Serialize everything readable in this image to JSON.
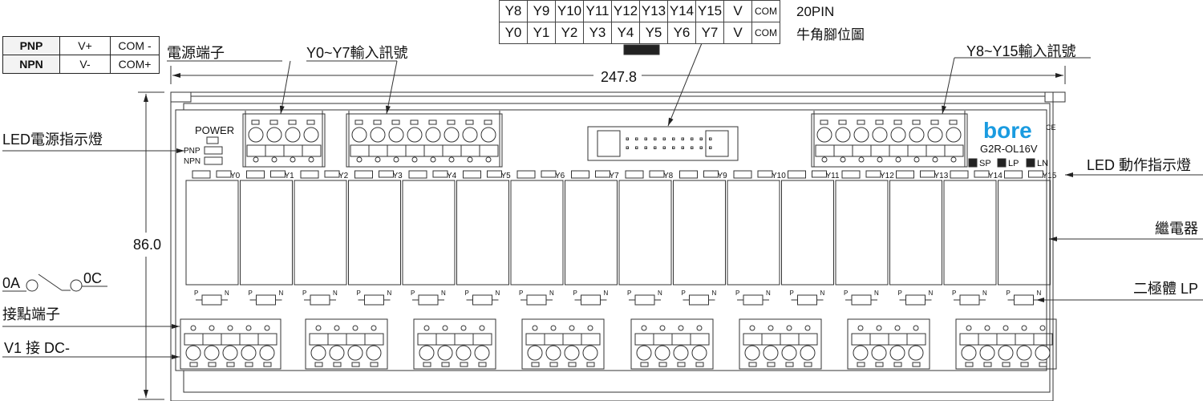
{
  "polarity_table": {
    "rows": [
      {
        "type": "PNP",
        "v": "V+",
        "com": "COM -"
      },
      {
        "type": "NPN",
        "v": "V-",
        "com": "COM+"
      }
    ]
  },
  "pin_table": {
    "top_row": [
      "Y8",
      "Y9",
      "Y10",
      "Y11",
      "Y12",
      "Y13",
      "Y14",
      "Y15",
      "V",
      "COM"
    ],
    "bottom_row": [
      "Y0",
      "Y1",
      "Y2",
      "Y3",
      "Y4",
      "Y5",
      "Y6",
      "Y7",
      "V",
      "COM"
    ],
    "title_line1": "20PIN",
    "title_line2": "牛角腳位圖"
  },
  "callouts": {
    "power_terminal": "電源端子",
    "input_y0_y7": "Y0~Y7輸入訊號",
    "input_y8_y15": "Y8~Y15輸入訊號",
    "led_power": "LED電源指示燈",
    "led_action": "LED 動作指示燈",
    "relay": "繼電器",
    "diode": "二極體 LP",
    "contact_terminal": "接點端子",
    "v1_dc": "V1 接 DC-",
    "switch_a": "0A",
    "switch_c": "0C"
  },
  "dimensions": {
    "width": "247.8",
    "height": "86.0"
  },
  "board": {
    "power_label": "POWER",
    "pnp_label": "PNP",
    "npn_label": "NPN",
    "brand": "bore",
    "model": "G2R-OL16V",
    "ce_mark": "CE",
    "indicators": [
      "SP",
      "LP",
      "LN"
    ],
    "channels": [
      "Y0",
      "Y1",
      "Y2",
      "Y3",
      "Y4",
      "Y5",
      "Y6",
      "Y7",
      "Y8",
      "Y9",
      "Y10",
      "Y11",
      "Y12",
      "Y13",
      "Y14",
      "Y15"
    ],
    "diode_p": "P",
    "diode_n": "N"
  },
  "colors": {
    "brand": "#1a9be0",
    "line": "#333333"
  }
}
